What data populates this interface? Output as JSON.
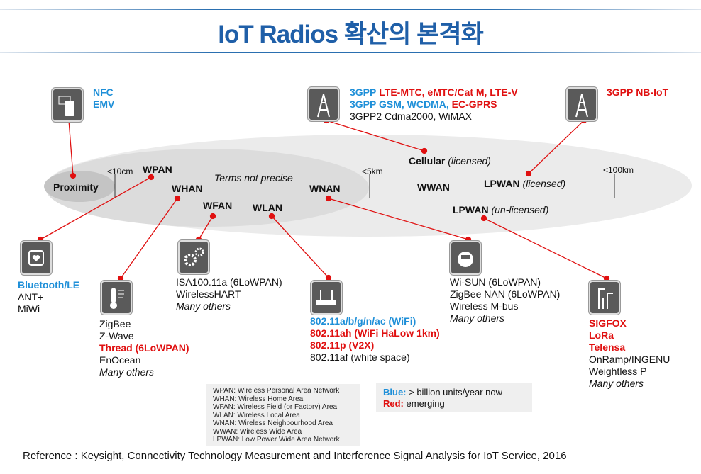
{
  "title": "IoT Radios 확산의 본격화",
  "ranges": {
    "r1": "<10cm",
    "r2": "<5km",
    "r3": "<100km"
  },
  "areas": {
    "proximity": "Proximity",
    "wpan": "WPAN",
    "whan": "WHAN",
    "wfan": "WFAN",
    "wlan": "WLAN",
    "wnan": "WNAN",
    "wwan": "WWAN",
    "terms": "Terms not precise",
    "cellular": "Cellular",
    "cellular_note": "(licensed)",
    "lpwan_lic": "LPWAN",
    "lpwan_lic_note": "(licensed)",
    "lpwan_unlic": "LPWAN",
    "lpwan_unlic_note": "(un-licensed)"
  },
  "nfc": [
    "NFC",
    "EMV"
  ],
  "cell": {
    "l1a": "3GPP",
    "l1b": "LTE-MTC, eMTC/Cat M, LTE-V",
    "l2a": "3GPP GSM, WCDMA,",
    "l2b": "EC-GPRS",
    "l3": "3GPP2 Cdma2000, WiMAX"
  },
  "nbiot": {
    "a": "3GPP",
    "b": "NB-IoT"
  },
  "bt": [
    "Bluetooth/LE",
    "ANT+",
    "MiWi"
  ],
  "home": [
    "ZigBee",
    "Z-Wave",
    "Thread (6LoWPAN)",
    "EnOcean",
    "Many others"
  ],
  "field": [
    "ISA100.11a (6LoWPAN)",
    "WirelessHART",
    "Many others"
  ],
  "wifi": [
    "802.11a/b/g/n/ac (WiFi)",
    "802.11ah (WiFi HaLow 1km)",
    "802.11p (V2X)",
    "802.11af (white space)"
  ],
  "nan": [
    "Wi-SUN (6LoWPAN)",
    "ZigBee NAN (6LoWPAN)",
    "Wireless M-bus",
    "Many others"
  ],
  "lp": [
    "SIGFOX",
    "LoRa",
    "Telensa",
    "OnRamp/INGENU",
    "Weightless P",
    "Many others"
  ],
  "glossary": [
    "WPAN: Wireless Personal Area Network",
    "WHAN: Wireless Home Area",
    "WFAN: Wireless Field (or Factory) Area",
    "WLAN: Wireless Local Area",
    "WNAN: Wireless Neighbourhood Area",
    "WWAN: Wireless Wide Area",
    "LPWAN: Low Power Wide Area Network"
  ],
  "legend": {
    "blue": "Blue:",
    "blue_text": "> billion units/year now",
    "red": "Red:",
    "red_text": "emerging"
  },
  "colors": {
    "blue": "#1e8fd8",
    "red": "#e01010",
    "title": "#1f5fa8"
  },
  "reference": "Reference : Keysight, Connectivity Technology Measurement and Interference Signal Analysis for IoT Service, 2016"
}
